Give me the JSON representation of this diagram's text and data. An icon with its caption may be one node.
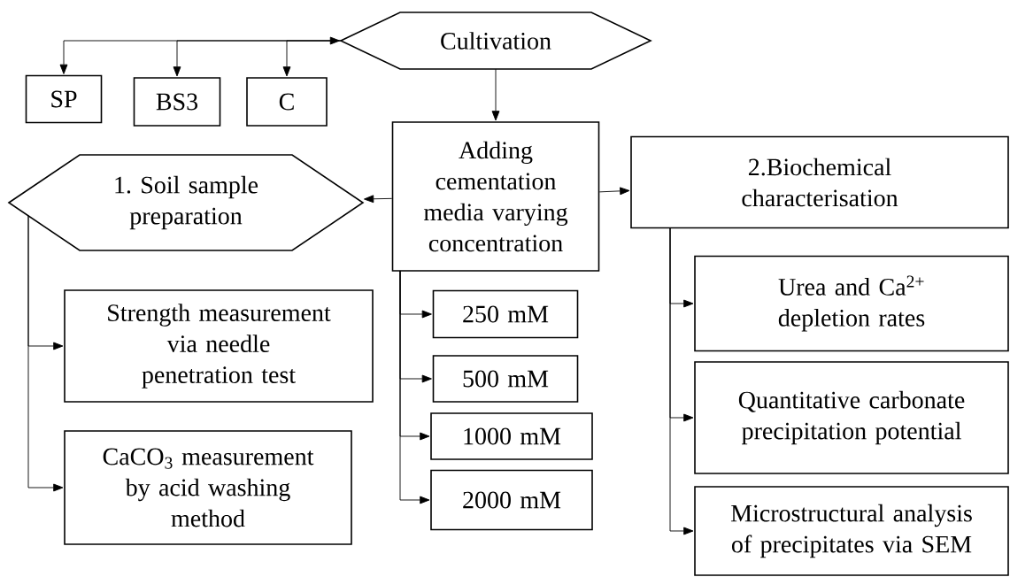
{
  "diagram": {
    "nodes": [
      {
        "text": [
          "Cultivation"
        ]
      },
      {
        "text": [
          "SP"
        ]
      },
      {
        "text": [
          "BS3"
        ]
      },
      {
        "text": [
          "C"
        ]
      },
      {
        "text": [
          "Adding cementation media varying concentration"
        ]
      },
      {
        "text": [
          "1. Soil sample preparation"
        ]
      },
      {
        "text": [
          "2.Biochemical characterisation"
        ]
      },
      {
        "text": [
          "250 mM"
        ]
      },
      {
        "text": [
          "500 mM"
        ]
      },
      {
        "text": [
          "1000 mM"
        ]
      },
      {
        "text": [
          "2000 mM"
        ]
      },
      {
        "text": [
          "Strength measurement via needle penetration test"
        ]
      },
      {
        "text": [
          "CaCO$_{3}$ measurement by acid washing method"
        ]
      },
      {
        "text": [
          "Urea and Ca$^{2+}$ depletion rates"
        ]
      },
      {
        "text": [
          "Quantitative carbonate precipitation potential"
        ]
      },
      {
        "text": [
          "Microstructural analysis of precipitates via SEM"
        ]
      }
    ],
    "edges": [
      {
        "from": 0,
        "to": 1,
        "arrow": "both"
      },
      {
        "from": 0,
        "to": 2,
        "arrow": "to"
      },
      {
        "from": 0,
        "to": 3,
        "arrow": "to"
      },
      {
        "from": 0,
        "to": 4,
        "arrow": "to"
      },
      {
        "from": 4,
        "to": 5,
        "arrow": "to"
      },
      {
        "from": 4,
        "to": 6,
        "arrow": "to"
      },
      {
        "from": 4,
        "to": 7,
        "arrow": "to"
      },
      {
        "from": 4,
        "to": 8,
        "arrow": "to"
      },
      {
        "from": 4,
        "to": 9,
        "arrow": "to"
      },
      {
        "from": 4,
        "to": 10,
        "arrow": "to"
      },
      {
        "from": 5,
        "to": 11,
        "arrow": "to"
      },
      {
        "from": 5,
        "to": 12,
        "arrow": "to"
      },
      {
        "from": 6,
        "to": 13,
        "arrow": "to"
      },
      {
        "from": 6,
        "to": 14,
        "arrow": "to"
      },
      {
        "from": 6,
        "to": 15,
        "arrow": "to"
      }
    ]
  }
}
